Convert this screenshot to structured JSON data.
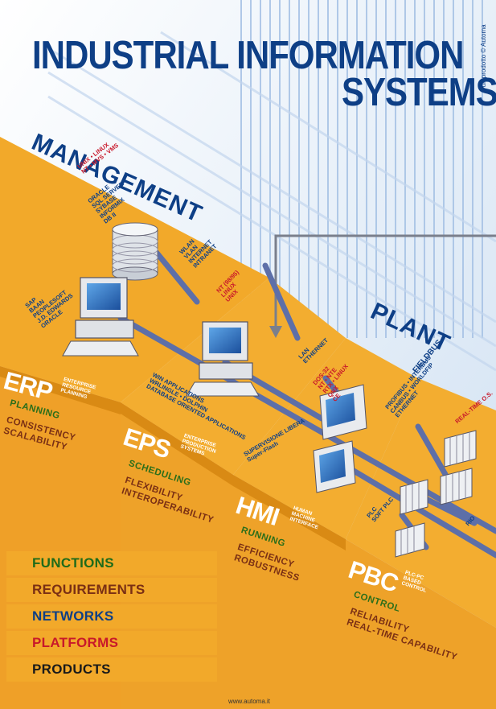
{
  "title": {
    "line1": "INDUSTRIAL INFORMATION",
    "line2": "SYSTEMS"
  },
  "credit": "è un prodotto © Automa",
  "sections": {
    "management": "MANAGEMENT",
    "plant": "PLANT"
  },
  "labels": {
    "mgmt_os": "UNIX • LINUX\nNT • MVS • VMS",
    "databases": "ORACLE\nSQL SERVER\nSYBASE\nINFORMIX\nDB II",
    "erp_products": "SAP\nBAAN\nPEOPLESOFT\nJ.D. EDWARDS\nORACLE",
    "mgmt_network": "WLAN\nVLAN\nINTERNET\nINTRANET",
    "eps_os": "NT (98/95)\nLINUX\nUNIX",
    "lan": "LAN\nETHERNET",
    "hmi_os": "DOS-32\nNT • NTE\nRTX • LINUX\nQNX\nCE",
    "fieldbus_title": "FIELDBUS",
    "fieldbus": "PROFIBUS • INTERBUS\nCANBUS • WORLDFIP\nETHERNET",
    "realtime": "REAL-TIME O.S.",
    "eps_products": "WIN APPLICATIONS\nWRLINGLE • DOLPHIN\nDATABASE ORIENTED APPLICATIONS",
    "hmi_products": "SUPERVISIONE LIBERA\nSuper-Flash",
    "plc": "PLC\nSOFT PLC",
    "rio": "RIO"
  },
  "levels": [
    {
      "code": "ERP",
      "subtitle": "ENTERPRISE\nRESOURCE\nPLANNING",
      "function": "PLANNING",
      "requirements": "CONSISTENCY\nSCALABILITY"
    },
    {
      "code": "EPS",
      "subtitle": "ENTERPRISE\nPRODUCTION\nSYSTEMS",
      "function": "SCHEDULING",
      "requirements": "FLEXIBILITY\nINTEROPERABILITY"
    },
    {
      "code": "HMI",
      "subtitle": "HUMAN\nMACHINE\nINTERFACE",
      "function": "RUNNING",
      "requirements": "EFFICIENCY\nROBUSTNESS"
    },
    {
      "code": "PBC",
      "subtitle": "PLC-PC\nBASED\nCONTROL",
      "function": "CONTROL",
      "requirements": "RELIABILITY\nREAL-TIME CAPABILITY"
    }
  ],
  "legend": [
    {
      "label": "FUNCTIONS",
      "color": "#1e6b1a"
    },
    {
      "label": "REQUIREMENTS",
      "color": "#7a2f14"
    },
    {
      "label": "NETWORKS",
      "color": "#0e3f86"
    },
    {
      "label": "PLATFORMS",
      "color": "#c8182a"
    },
    {
      "label": "PRODUCTS",
      "color": "#1a1a1a"
    }
  ],
  "footer": "www.automa.it",
  "colors": {
    "orange": "#f2a92a",
    "orange_dark": "#d98a14",
    "navy": "#0e3f86",
    "bus": "#5d6fa8"
  }
}
